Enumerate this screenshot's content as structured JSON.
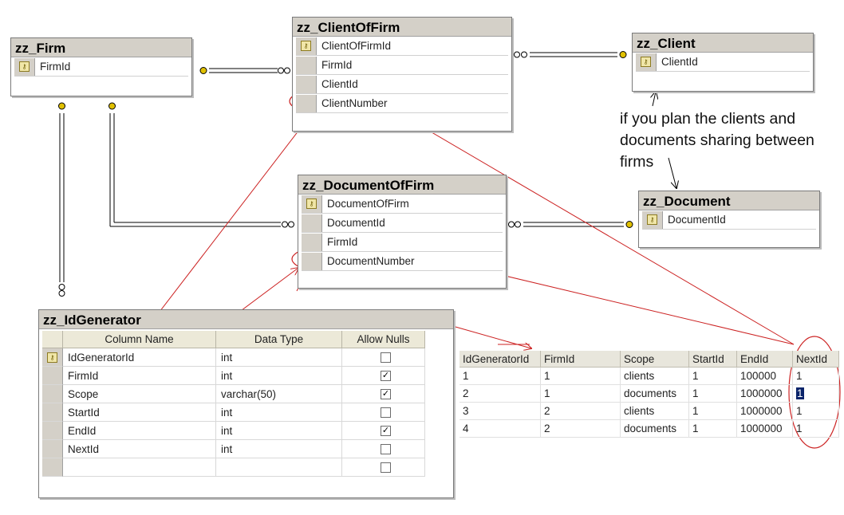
{
  "tables": {
    "firm": {
      "title": "zz_Firm",
      "columns": [
        {
          "name": "FirmId",
          "key": true
        }
      ]
    },
    "client_of_firm": {
      "title": "zz_ClientOfFirm",
      "columns": [
        {
          "name": "ClientOfFirmId",
          "key": true
        },
        {
          "name": "FirmId",
          "key": false
        },
        {
          "name": "ClientId",
          "key": false
        },
        {
          "name": "ClientNumber",
          "key": false
        }
      ]
    },
    "client": {
      "title": "zz_Client",
      "columns": [
        {
          "name": "ClientId",
          "key": true
        }
      ]
    },
    "document_of_firm": {
      "title": "zz_DocumentOfFirm",
      "columns": [
        {
          "name": "DocumentOfFirm",
          "key": true
        },
        {
          "name": "DocumentId",
          "key": false
        },
        {
          "name": "FirmId",
          "key": false
        },
        {
          "name": "DocumentNumber",
          "key": false
        }
      ]
    },
    "document": {
      "title": "zz_Document",
      "columns": [
        {
          "name": "DocumentId",
          "key": true
        }
      ]
    }
  },
  "id_generator": {
    "title": "zz_IdGenerator",
    "headers": [
      "Column Name",
      "Data Type",
      "Allow Nulls"
    ],
    "rows": [
      {
        "name": "IdGeneratorId",
        "type": "int",
        "nulls": false,
        "key": true
      },
      {
        "name": "FirmId",
        "type": "int",
        "nulls": true,
        "key": false
      },
      {
        "name": "Scope",
        "type": "varchar(50)",
        "nulls": true,
        "key": false
      },
      {
        "name": "StartId",
        "type": "int",
        "nulls": false,
        "key": false
      },
      {
        "name": "EndId",
        "type": "int",
        "nulls": true,
        "key": false
      },
      {
        "name": "NextId",
        "type": "int",
        "nulls": false,
        "key": false
      },
      {
        "name": "",
        "type": "",
        "nulls": false,
        "key": false
      }
    ]
  },
  "results": {
    "headers": [
      "IdGeneratorId",
      "FirmId",
      "Scope",
      "StartId",
      "EndId",
      "NextId"
    ],
    "rows": [
      [
        "1",
        "1",
        "clients",
        "1",
        "100000",
        "1"
      ],
      [
        "2",
        "1",
        "documents",
        "1",
        "1000000",
        "1"
      ],
      [
        "3",
        "2",
        "clients",
        "1",
        "1000000",
        "1"
      ],
      [
        "4",
        "2",
        "documents",
        "1",
        "1000000",
        "1"
      ]
    ]
  },
  "note": {
    "lines": [
      "if you plan the clients and",
      "documents sharing between",
      "firms"
    ]
  },
  "colors": {
    "annotation": "#cc2222",
    "connector": "#000000",
    "key_accent": "#e0c000"
  }
}
